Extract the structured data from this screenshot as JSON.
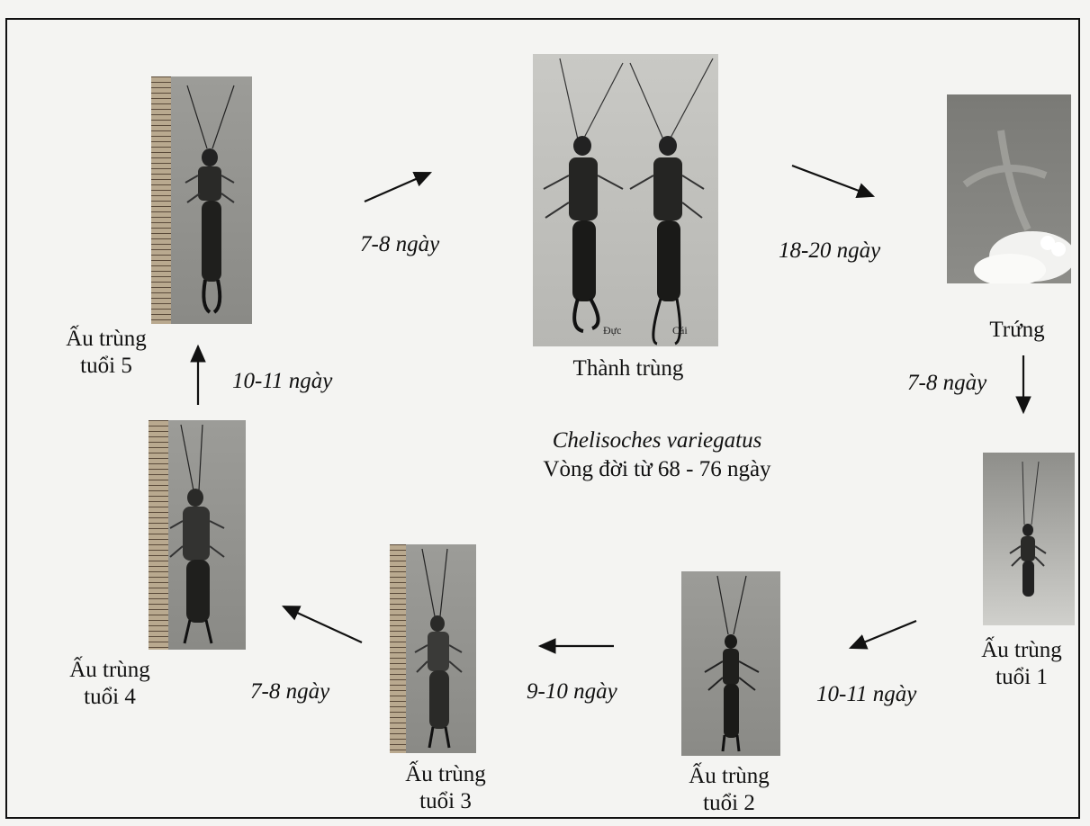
{
  "species": "Chelisoches variegatus",
  "cycle_text": "Vòng đời từ  68 - 76 ngày",
  "stages": {
    "adult": "Thành trùng",
    "egg": "Trứng",
    "instar1": [
      "Ấu trùng",
      "tuổi 1"
    ],
    "instar2": [
      "Ấu trùng",
      "tuổi 2"
    ],
    "instar3": [
      "Ấu trùng",
      "tuổi 3"
    ],
    "instar4": [
      "Ấu trùng",
      "tuổi 4"
    ],
    "instar5": [
      "Ấu trùng",
      "tuổi 5"
    ]
  },
  "sex_labels": {
    "male": "Đực",
    "female": "Cái"
  },
  "durations": {
    "i5_to_adult": "7-8 ngày",
    "adult_to_egg": "18-20 ngày",
    "egg_to_i1": "7-8 ngày",
    "i1_to_i2": "10-11 ngày",
    "i2_to_i3": "9-10 ngày",
    "i3_to_i4": "7-8 ngày",
    "i4_to_i5": "10-11 ngày"
  }
}
